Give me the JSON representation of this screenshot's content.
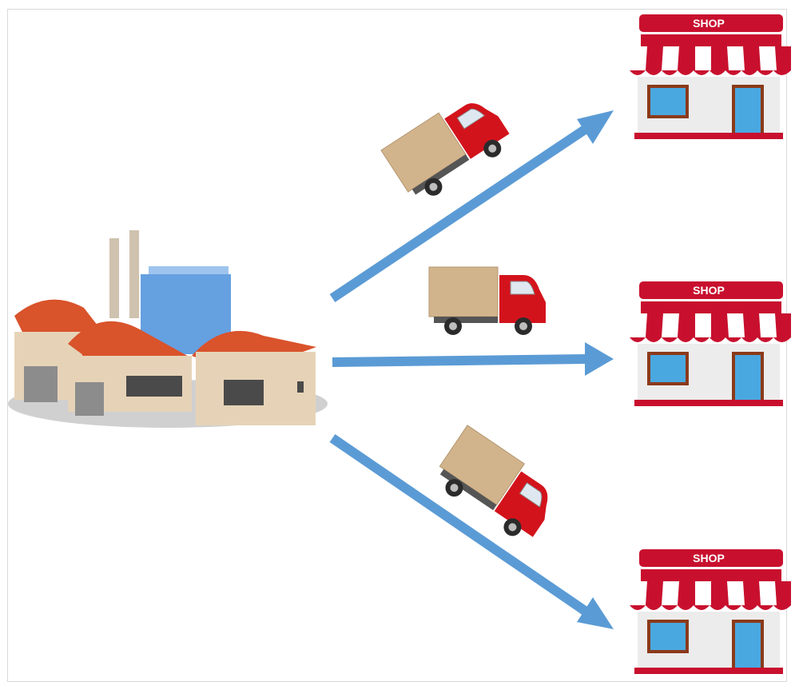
{
  "diagram": {
    "factory": {
      "icon": "factory-icon"
    },
    "shops": [
      {
        "label": "SHOP",
        "icon": "shop-icon"
      },
      {
        "label": "SHOP",
        "icon": "shop-icon"
      },
      {
        "label": "SHOP",
        "icon": "shop-icon"
      }
    ],
    "trucks": [
      {
        "icon": "delivery-truck-icon"
      },
      {
        "icon": "delivery-truck-icon"
      },
      {
        "icon": "delivery-truck-icon"
      }
    ],
    "arrows": [
      {
        "from": "factory",
        "to": "shop-1"
      },
      {
        "from": "factory",
        "to": "shop-2"
      },
      {
        "from": "factory",
        "to": "shop-3"
      }
    ],
    "colors": {
      "arrow": "#5b9bd5",
      "roof": "#d9532b",
      "shop_red": "#c8102e",
      "truck_red": "#d3131c",
      "cargo": "#d2b48c",
      "glass": "#4a8fdc"
    }
  }
}
